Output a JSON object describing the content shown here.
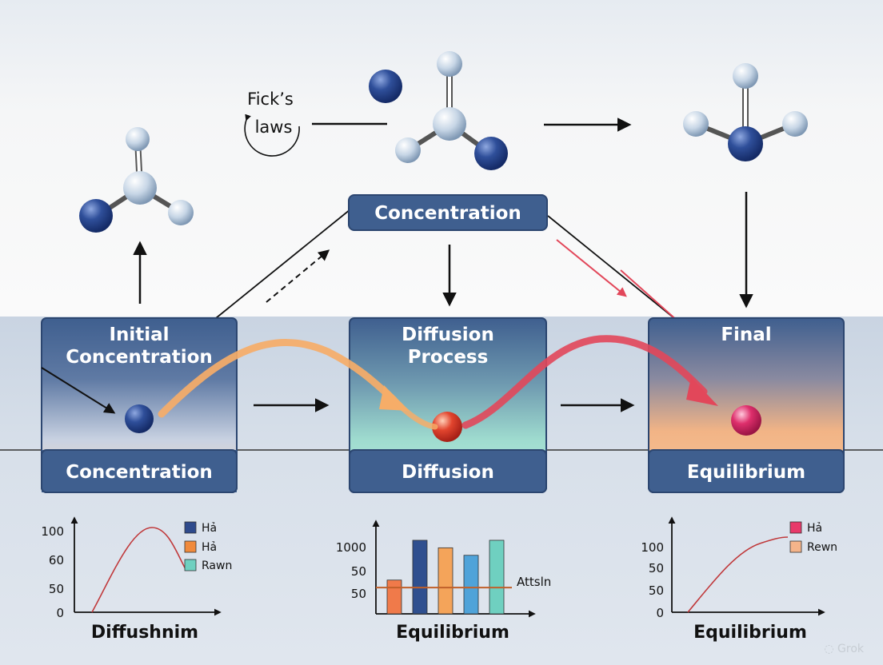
{
  "fick_label": [
    "Fick’s",
    "laws"
  ],
  "concentration_box": "Concentration",
  "panels": [
    {
      "title": [
        "Initial",
        "Concentration"
      ],
      "footer": "Concentration"
    },
    {
      "title": [
        "Diffusion",
        "Process"
      ],
      "footer": "Diffusion"
    },
    {
      "title": [
        "Final"
      ],
      "footer": "Equilibrium"
    }
  ],
  "chart_data": [
    {
      "type": "line",
      "ytick_labels": [
        "0",
        "50",
        "60",
        "100"
      ],
      "legend": [
        "Hả",
        "Hả",
        "Rawn"
      ],
      "legend_colors": [
        "#2e4a8c",
        "#f08a3c",
        "#6fd0c0"
      ],
      "series_color": "#c0393b",
      "caption": "Diffushnim"
    },
    {
      "type": "bar",
      "ytick_labels": [
        "50",
        "50",
        "1000"
      ],
      "values": [
        45,
        98,
        88,
        78,
        98
      ],
      "colors": [
        "#f07a4a",
        "#2f4f8f",
        "#f4a45a",
        "#4fa3d9",
        "#6fd0c0"
      ],
      "reference_line_value": 35,
      "reference_line_label": "Attsln",
      "ylim": [
        0,
        115
      ],
      "caption": "Equilibrium"
    },
    {
      "type": "line",
      "ytick_labels": [
        "0",
        "50",
        "50",
        "100"
      ],
      "legend": [
        "Hả",
        "Rewn"
      ],
      "legend_colors": [
        "#e83a6a",
        "#f4b48a"
      ],
      "series_color": "#c0393b",
      "caption": "Equilibrium"
    }
  ],
  "watermark": "Grok",
  "colors": {
    "panel_blue": "#3f5f8f",
    "panel_border": "#2c4670",
    "molecule_dark": "#27428a",
    "molecule_light": "#c7d6e6",
    "orange_arrow": "#f6ad68",
    "red_arrow": "#e2475a"
  }
}
